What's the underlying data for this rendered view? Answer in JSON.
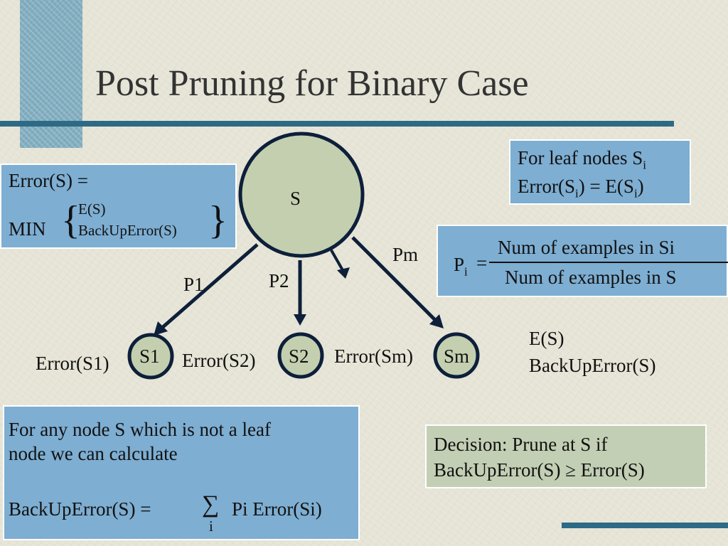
{
  "title": "Post Pruning for Binary Case",
  "error_box": {
    "line1": "Error(S) =",
    "min_label": "MIN",
    "option1": "E(S)",
    "option2": "BackUpError(S)"
  },
  "leaf_box": {
    "line1_prefix": "For leaf nodes S",
    "line1_sub": "i",
    "line2_a": "Error(S",
    "line2_sub1": "i",
    "line2_b": ") = E(S",
    "line2_sub2": "i",
    "line2_c": ")"
  },
  "pi_box": {
    "p": "P",
    "p_sub": "i",
    "equals": "=",
    "numerator": "Num of examples in Si",
    "denominator": "Num of examples in S"
  },
  "tree": {
    "root_label": "S",
    "edge_labels": [
      "P1",
      "P2",
      "Pm"
    ],
    "children": [
      "S1",
      "S2",
      "Sm"
    ],
    "child_errors": [
      "Error(S1)",
      "Error(S2)",
      "Error(Sm)"
    ]
  },
  "side_text": {
    "line1": "E(S)",
    "line2": "BackUpError(S)"
  },
  "calc_box": {
    "line1": "For any node S which is not a leaf",
    "line2": "node we can calculate",
    "formula_left": "BackUpError(S) =",
    "sigma": "∑",
    "sigma_sub": "i",
    "formula_right": "Pi Error(Si)"
  },
  "decision_box": {
    "line1": "Decision: Prune at S if",
    "line2": "BackUpError(S) ≥ Error(S)"
  },
  "colors": {
    "accent": "#82aec0",
    "rule": "#2d6a85",
    "box_blue": "#7eaed2",
    "box_green": "#c3cfb4",
    "node_fill": "#c4cfb0",
    "node_stroke": "#0d1f3a",
    "arrow": "#0d1f3a"
  }
}
